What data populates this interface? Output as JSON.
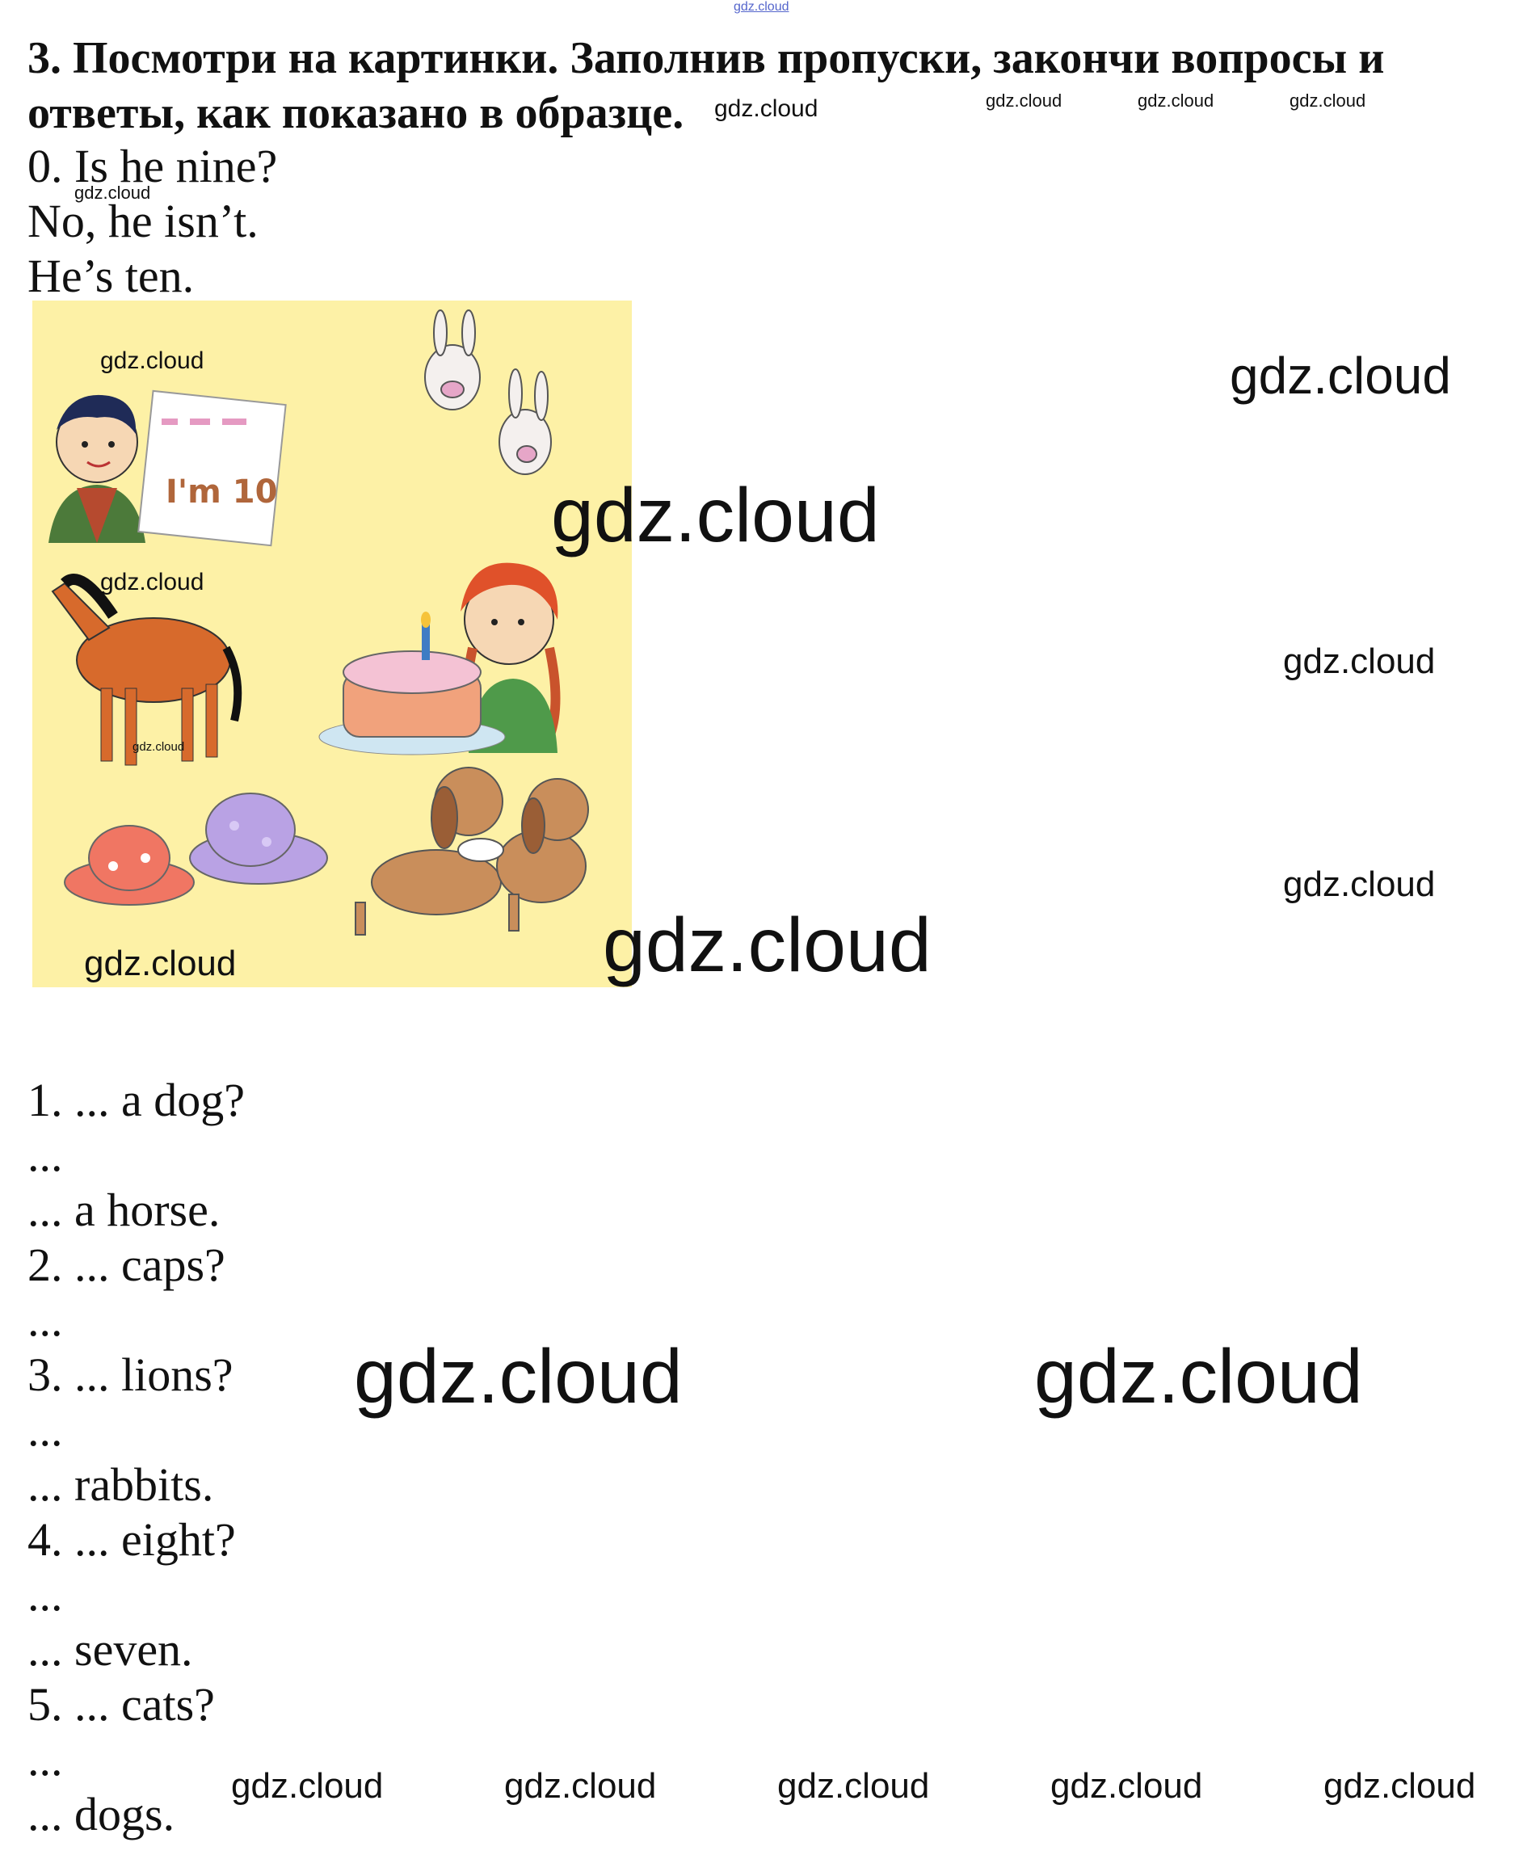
{
  "task": {
    "heading": "3. Посмотри на картинки. Заполнив пропуски, закончи вопросы и ответы, как показано в образце."
  },
  "example": {
    "question": "0. Is he nine?",
    "answer_line1": "No, he isn’t.",
    "answer_line2": "He’s ten."
  },
  "picture": {
    "sign_text": "I'm 10",
    "colors": {
      "background": "#fdf1a6"
    }
  },
  "exercise_lines": [
    "1. ... a dog?",
    "...",
    "... a horse.",
    "2. ... caps?",
    "...",
    "3. ... lions?",
    "...",
    "... rabbits.",
    "4. ... eight?",
    "...",
    "... seven.",
    "5. ... cats?",
    "...",
    "... dogs."
  ],
  "watermark": {
    "text": "gdz.cloud"
  }
}
